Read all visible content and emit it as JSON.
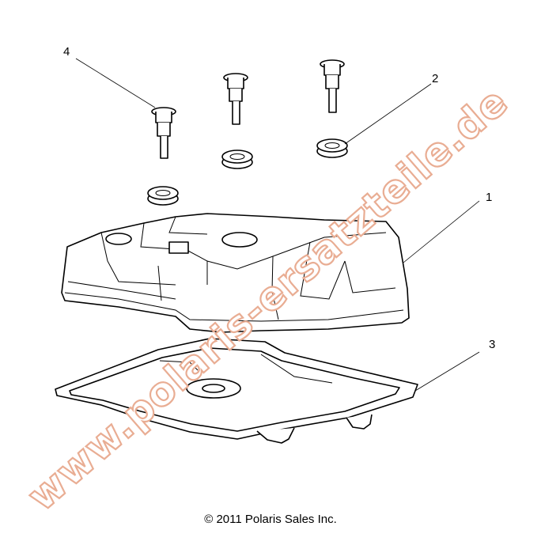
{
  "callouts": [
    {
      "id": "1",
      "label": "1"
    },
    {
      "id": "2",
      "label": "2"
    },
    {
      "id": "3",
      "label": "3"
    },
    {
      "id": "4",
      "label": "4"
    }
  ],
  "watermark": "www.polaris-ersatzteile.de",
  "copyright": "© 2011 Polaris Sales Inc.",
  "colors": {
    "watermark_outline": "#e9ad93",
    "line": "#000000"
  }
}
